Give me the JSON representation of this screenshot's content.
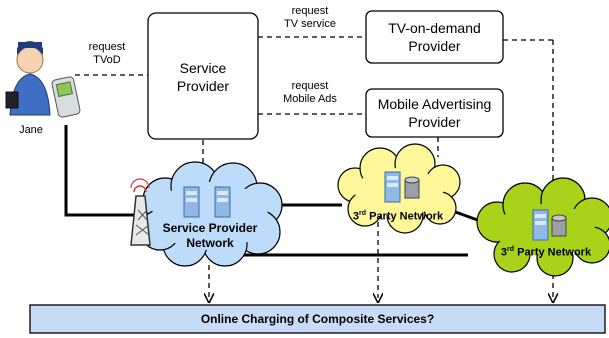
{
  "actors": {
    "user": {
      "name": "Jane"
    }
  },
  "boxes": {
    "service_provider": {
      "label_line1": "Service",
      "label_line2": "Provider"
    },
    "tv_provider": {
      "label_line1": "TV-on-demand",
      "label_line2": "Provider"
    },
    "ads_provider": {
      "label_line1": "Mobile Advertising",
      "label_line2": "Provider"
    }
  },
  "messages": {
    "request_tvod": {
      "line1": "request",
      "line2": "TVoD"
    },
    "request_tv": {
      "line1": "request",
      "line2": "TV service"
    },
    "request_ads": {
      "line1": "request",
      "line2": "Mobile Ads"
    }
  },
  "networks": {
    "sp_network": {
      "line1": "Service Provider",
      "line2": "Network",
      "color": "#bcdcfa"
    },
    "third_party_1": {
      "prefix": "3",
      "sup": "rd",
      "suffix": " Party Network",
      "color": "#fdf79a"
    },
    "third_party_2": {
      "prefix": "3",
      "sup": "rd",
      "suffix": " Party Network",
      "color": "#a9d21b"
    }
  },
  "charging": {
    "label": "Online Charging of Composite Services?",
    "color": "#c7dcf6"
  }
}
